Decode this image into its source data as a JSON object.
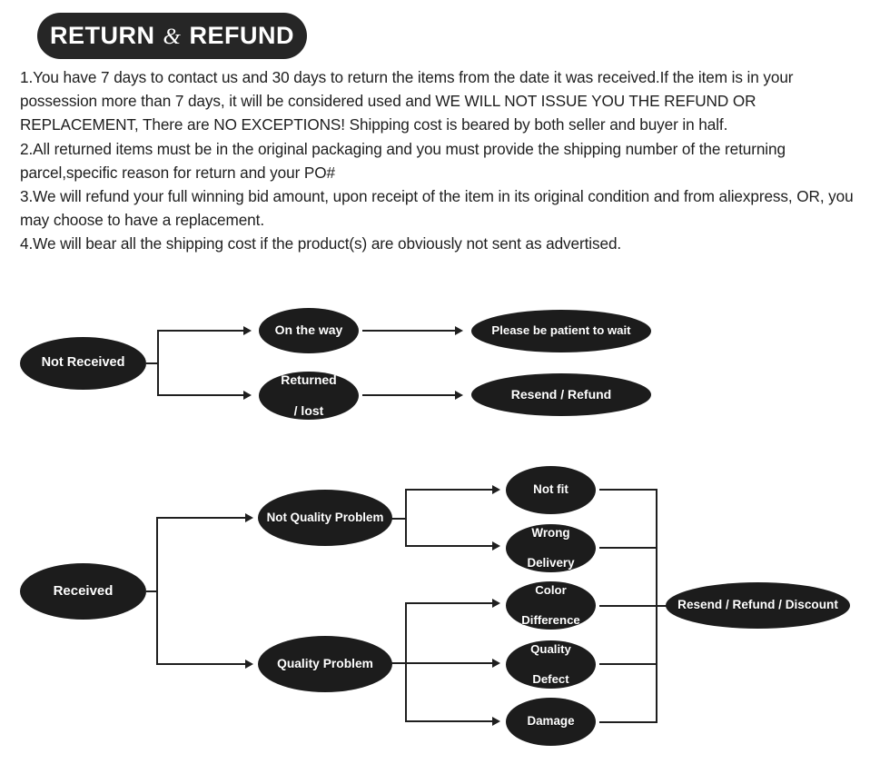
{
  "banner": {
    "left_word": "RETURN",
    "amp": "&",
    "right_word": "REFUND"
  },
  "policy": {
    "items": [
      "1.You have 7 days to contact us and 30 days to return the items from the date it was received.If the item is in your possession more than 7 days, it will be considered used and WE WILL NOT ISSUE YOU THE REFUND OR REPLACEMENT, There are NO EXCEPTIONS! Shipping cost is beared by both seller and buyer in half.",
      "2.All returned items must be in the original packaging and you must provide the shipping number of the returning parcel,specific reason for return and your PO#",
      "3.We will refund your full winning bid amount, upon receipt of the item in its original condition and from aliexpress, OR, you may choose to have a replacement.",
      "4.We will bear all the shipping cost if the product(s) are obviously not sent as advertised."
    ]
  },
  "flowchart_not_received": {
    "root": "Not Received",
    "branches": [
      {
        "state": "On the way",
        "outcome": "Please be patient to wait"
      },
      {
        "state": "Returned\n/   lost",
        "state_line1": "Returned",
        "state_line2": "/   lost",
        "outcome": "Resend / Refund"
      }
    ]
  },
  "flowchart_received": {
    "root": "Received",
    "categories": [
      {
        "name": "Not Quality Problem",
        "reasons": [
          {
            "label": "Not fit",
            "line1": "Not fit",
            "line2": ""
          },
          {
            "label": "Wrong Delivery",
            "line1": "Wrong",
            "line2": "Delivery"
          }
        ]
      },
      {
        "name": "Quality Problem",
        "reasons": [
          {
            "label": "Color Difference",
            "line1": "Color",
            "line2": "Difference"
          },
          {
            "label": "Quality Defect",
            "line1": "Quality",
            "line2": "Defect"
          },
          {
            "label": "Damage",
            "line1": "Damage",
            "line2": ""
          }
        ]
      }
    ],
    "outcome": "Resend / Refund / Discount"
  },
  "colors": {
    "node_fill": "#1c1c1c",
    "node_text": "#ffffff",
    "connector": "#1f1f1f",
    "body_text": "#1e1e1e",
    "background": "#ffffff"
  }
}
